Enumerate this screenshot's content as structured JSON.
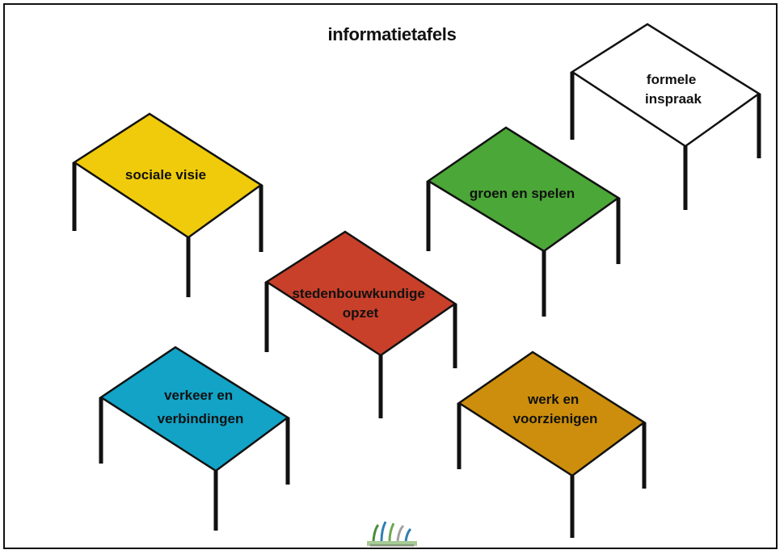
{
  "title": "informatietafels",
  "tables": [
    {
      "id": "sociale-visie",
      "lines": [
        "sociale visie"
      ],
      "color": "#EFCB0B"
    },
    {
      "id": "groen-en-spelen",
      "lines": [
        "groen en spelen"
      ],
      "color": "#4BA737"
    },
    {
      "id": "formele-inspraak",
      "lines": [
        "formele",
        "inspraak"
      ],
      "color": "#FFFFFF"
    },
    {
      "id": "stedenbouwkundige",
      "lines": [
        "stedenbouwkundige",
        "opzet"
      ],
      "color": "#C8402A"
    },
    {
      "id": "verkeer",
      "lines": [
        "verkeer en",
        "verbindingen"
      ],
      "color": "#12A3C7"
    },
    {
      "id": "werk",
      "lines": [
        "werk en",
        "voorzienigen"
      ],
      "color": "#CC8E0C"
    }
  ],
  "logo": {
    "icon": "logo-icon"
  }
}
